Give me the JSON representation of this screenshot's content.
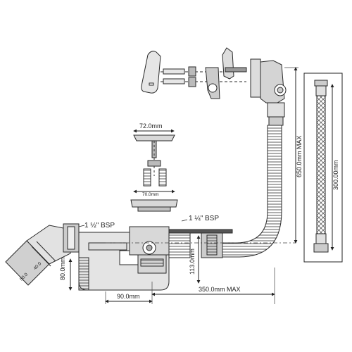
{
  "dimensions": {
    "plug_top_diameter": "72.0mm",
    "plug_bottom_diameter": "70.0mm",
    "outlet_thread": "1 ½\" BSP",
    "overflow_thread": "1 ¼\" BSP",
    "pipe_diameter_inner": "40.0",
    "pipe_diameter_outer": "50.0",
    "trap_height": "80.0mm",
    "waste_height": "113.0mm",
    "trap_offset": "90.0mm",
    "overflow_length_max": "350.0mm MAX",
    "hose_length_max": "650.0mm MAX",
    "flexi_hose_length": "300.00mm"
  },
  "colors": {
    "line": "#2a2a2a",
    "fill_light": "#e6e6e6",
    "fill_mid": "#b8b8b8",
    "fill_dark": "#555555"
  }
}
